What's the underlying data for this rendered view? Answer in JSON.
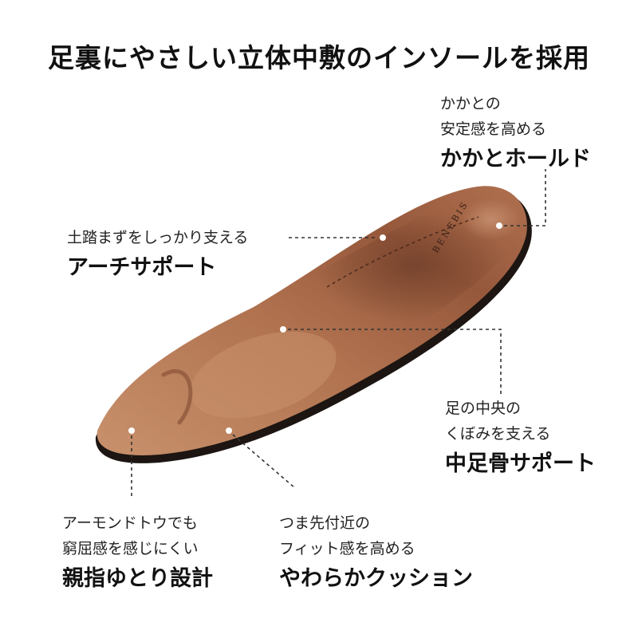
{
  "headline": "足裏にやさしい立体中敷のインソールを採用",
  "brand_mark": "BENEBIS",
  "callouts": {
    "heel": {
      "line1": "かかとの",
      "line2": "安定感を高める",
      "title": "かかとホールド"
    },
    "arch": {
      "line1": "土踏まずをしっかり支える",
      "title": "アーチサポート"
    },
    "metatarsal": {
      "line1": "足の中央の",
      "line2": "くぼみを支える",
      "title": "中足骨サポート"
    },
    "toe": {
      "line1": "アーモンドトウでも",
      "line2": "窮屈感を感じにくい",
      "title": "親指ゆとり設計"
    },
    "cushion": {
      "line1": "つま先付近の",
      "line2": "フィット感を高める",
      "title": "やわらかクッション"
    }
  },
  "colors": {
    "insole_light": "#c48a66",
    "insole_mid": "#a8694a",
    "insole_dark": "#6e3f2b",
    "sole_edge": "#1c1512",
    "leader_line": "#333333"
  }
}
